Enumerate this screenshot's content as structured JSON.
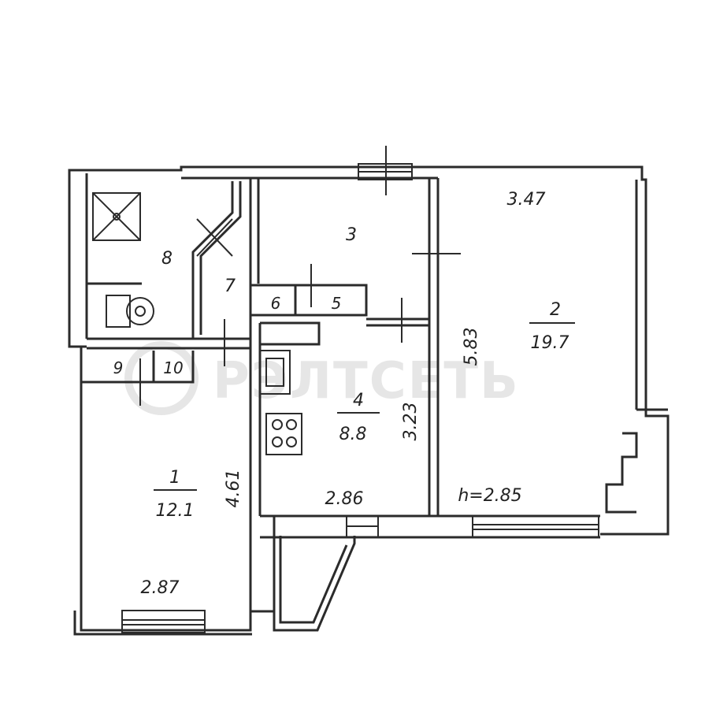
{
  "watermark": {
    "text": "РЭЛТСЕТЬ"
  },
  "rooms": [
    {
      "id": "1",
      "number": "1",
      "area": "12.1"
    },
    {
      "id": "2",
      "number": "2",
      "area": "19.7"
    },
    {
      "id": "3",
      "number": "3"
    },
    {
      "id": "4",
      "number": "4",
      "area": "8.8"
    },
    {
      "id": "5",
      "number": "5"
    },
    {
      "id": "6",
      "number": "6"
    },
    {
      "id": "7",
      "number": "7"
    },
    {
      "id": "8",
      "number": "8"
    },
    {
      "id": "9",
      "number": "9"
    },
    {
      "id": "10",
      "number": "10"
    }
  ],
  "dimensions": {
    "room2_width": "3.47",
    "room2_length": "5.83",
    "ceiling_height": "h=2.85",
    "room4_length": "3.23",
    "room4_width": "2.86",
    "room1_length": "4.61",
    "room1_width": "2.87"
  },
  "colors": {
    "walls": "#2b2b2b",
    "background": "#ffffff",
    "watermark": "#e6e6e6"
  }
}
